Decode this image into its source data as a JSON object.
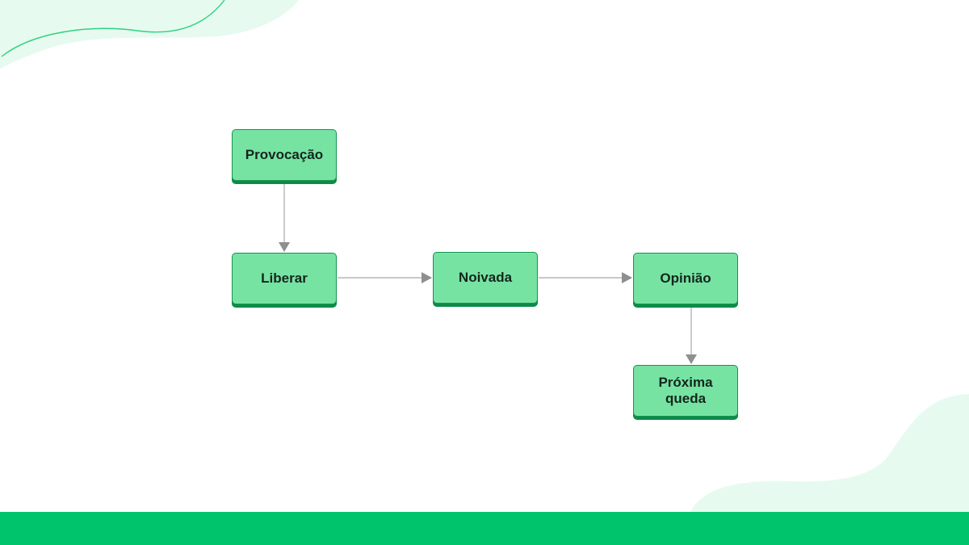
{
  "colors": {
    "node_fill": "#77e3a3",
    "node_border": "#13944f",
    "node_shadow": "#0f8a48",
    "edge": "#a8a8a8",
    "arrowhead": "#8f8f8f",
    "bottom_bar": "#00c46c",
    "blob": "#e6faf0",
    "wave_line": "#2ed37f"
  },
  "nodes": {
    "provocacao": "Provocação",
    "liberar": "Liberar",
    "noivada": "Noivada",
    "opiniao": "Opinião",
    "proxima_queda": "Próxima queda"
  },
  "edges": [
    {
      "from": "provocacao",
      "to": "liberar"
    },
    {
      "from": "liberar",
      "to": "noivada"
    },
    {
      "from": "noivada",
      "to": "opiniao"
    },
    {
      "from": "opiniao",
      "to": "proxima_queda"
    }
  ]
}
